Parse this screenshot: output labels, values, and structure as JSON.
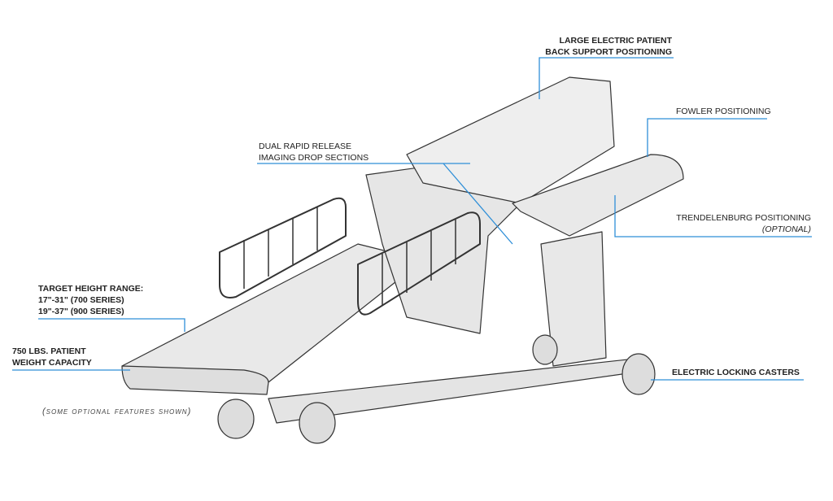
{
  "callouts": {
    "back_support": [
      "LARGE ELECTRIC PATIENT",
      "BACK SUPPORT POSITIONING"
    ],
    "fowler": "FOWLER POSITIONING",
    "imaging": [
      "DUAL RAPID RELEASE",
      "IMAGING DROP SECTIONS"
    ],
    "trendelenburg": [
      "TRENDELENBURG POSITIONING",
      "(OPTIONAL)"
    ],
    "height": [
      "TARGET HEIGHT RANGE:",
      "17\"-31\" (700 SERIES)",
      "19\"-37\" (900 SERIES)"
    ],
    "weight": [
      "750 LBS. PATIENT",
      "WEIGHT CAPACITY"
    ],
    "casters": "ELECTRIC LOCKING CASTERS"
  },
  "note": "(some optional features shown)",
  "colors": {
    "leader": "#2f8fd8",
    "outline": "#333333",
    "surface": "#ececec"
  }
}
